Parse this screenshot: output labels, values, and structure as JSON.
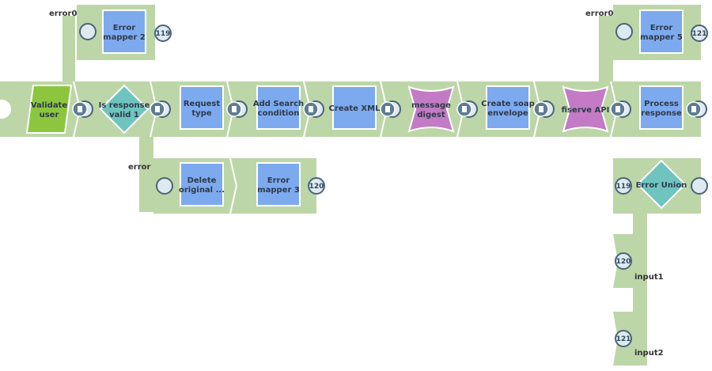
{
  "colors": {
    "pipe": "#bdd6a8",
    "pipe_edge": "#a8c892",
    "snap_blue": "#7da9ee",
    "snap_green": "#8cc63f",
    "snap_purple": "#c27bc4",
    "snap_teal": "#6fc4bf",
    "port": "#dfe9f2",
    "port_stroke": "#4a6478",
    "doc_port": "#5d7d91"
  },
  "snaps": [
    {
      "id": "validate-user",
      "lines": [
        "Validate",
        "user"
      ],
      "shape": "parallelogram",
      "color": "green"
    },
    {
      "id": "is-response-valid",
      "lines": [
        "Is response",
        "valid 1"
      ],
      "shape": "diamond",
      "color": "teal"
    },
    {
      "id": "request-type",
      "lines": [
        "Request",
        "type"
      ],
      "shape": "square",
      "color": "blue"
    },
    {
      "id": "add-search-condition",
      "lines": [
        "Add Search",
        "condition"
      ],
      "shape": "square",
      "color": "blue"
    },
    {
      "id": "create-xml",
      "lines": [
        "Create XML"
      ],
      "shape": "square",
      "color": "blue"
    },
    {
      "id": "message-digest",
      "lines": [
        "message",
        "digest"
      ],
      "shape": "banner",
      "color": "purple"
    },
    {
      "id": "create-soap-envelope",
      "lines": [
        "Create soap",
        "envelope"
      ],
      "shape": "square",
      "color": "blue"
    },
    {
      "id": "fiserve-api",
      "lines": [
        "fiserve API"
      ],
      "shape": "banner",
      "color": "purple"
    },
    {
      "id": "process-response",
      "lines": [
        "Process",
        "response"
      ],
      "shape": "square",
      "color": "blue"
    },
    {
      "id": "error-mapper-2",
      "lines": [
        "Error",
        "mapper 2"
      ],
      "shape": "square",
      "color": "blue"
    },
    {
      "id": "error-mapper-5",
      "lines": [
        "Error",
        "mapper 5"
      ],
      "shape": "square",
      "color": "blue"
    },
    {
      "id": "delete-original",
      "lines": [
        "Delete",
        "original ..."
      ],
      "shape": "square",
      "color": "blue"
    },
    {
      "id": "error-mapper-3",
      "lines": [
        "Error",
        "mapper 3"
      ],
      "shape": "square",
      "color": "blue"
    },
    {
      "id": "error-union",
      "lines": [
        "Error Union"
      ],
      "shape": "diamond",
      "color": "teal"
    }
  ],
  "port_labels": {
    "error0_left": "error0",
    "error0_right": "error0",
    "error": "error",
    "input1": "input1",
    "input2": "input2"
  },
  "counters": {
    "em2_out": "119",
    "em5_out": "121",
    "em3_out": "120",
    "union_in0": "119",
    "union_in1": "120",
    "union_in2": "121"
  }
}
